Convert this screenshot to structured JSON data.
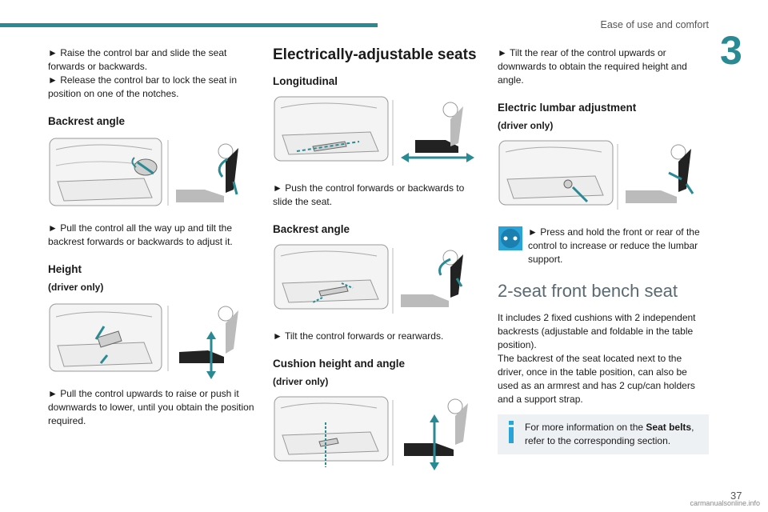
{
  "header": {
    "section_title": "Ease of use and comfort",
    "chapter_number": "3"
  },
  "col1": {
    "intro_p1": "► Raise the control bar and slide the seat forwards or backwards.",
    "intro_p2": "► Release the control bar to lock the seat in position on one of the notches.",
    "backrest_heading": "Backrest angle",
    "backrest_text": "► Pull the control all the way up and tilt the backrest forwards or backwards to adjust it.",
    "height_heading": "Height",
    "height_sub": "(driver only)",
    "height_text": "► Pull the control upwards to raise or push it downwards to lower, until you obtain the position required."
  },
  "col2": {
    "title": "Electrically-adjustable seats",
    "long_heading": "Longitudinal",
    "long_text": "► Push the control forwards or backwards to slide the seat.",
    "backrest_heading": "Backrest angle",
    "backrest_text": "► Tilt the control forwards or rearwards.",
    "cushion_heading": "Cushion height and angle",
    "cushion_sub": "(driver only)"
  },
  "col3": {
    "tilt_text": "► Tilt the rear of the control upwards or downwards to obtain the required height and angle.",
    "lumbar_heading": "Electric lumbar adjustment",
    "lumbar_sub": "(driver only)",
    "lumbar_text": "► Press and hold the front or rear of the control to increase or reduce the lumbar support.",
    "bench_heading": "2-seat front bench seat",
    "bench_p1": "It includes 2 fixed cushions with 2 independent backrests (adjustable and foldable in the table position).",
    "bench_p2": "The backrest of the seat located next to the driver, once in the table position, can also be used as an armrest and has 2 cup/can holders and a support strap.",
    "info_prefix": "For more information on the ",
    "info_bold": "Seat belts",
    "info_suffix": ", refer to the corresponding section."
  },
  "footer": {
    "page_number": "37",
    "watermark": "carmanualsonline.info"
  },
  "colors": {
    "accent": "#2a8a94",
    "heading_grey": "#5a6a72",
    "info_bg": "#eef1f3",
    "info_icon": "#2aa3d8"
  }
}
